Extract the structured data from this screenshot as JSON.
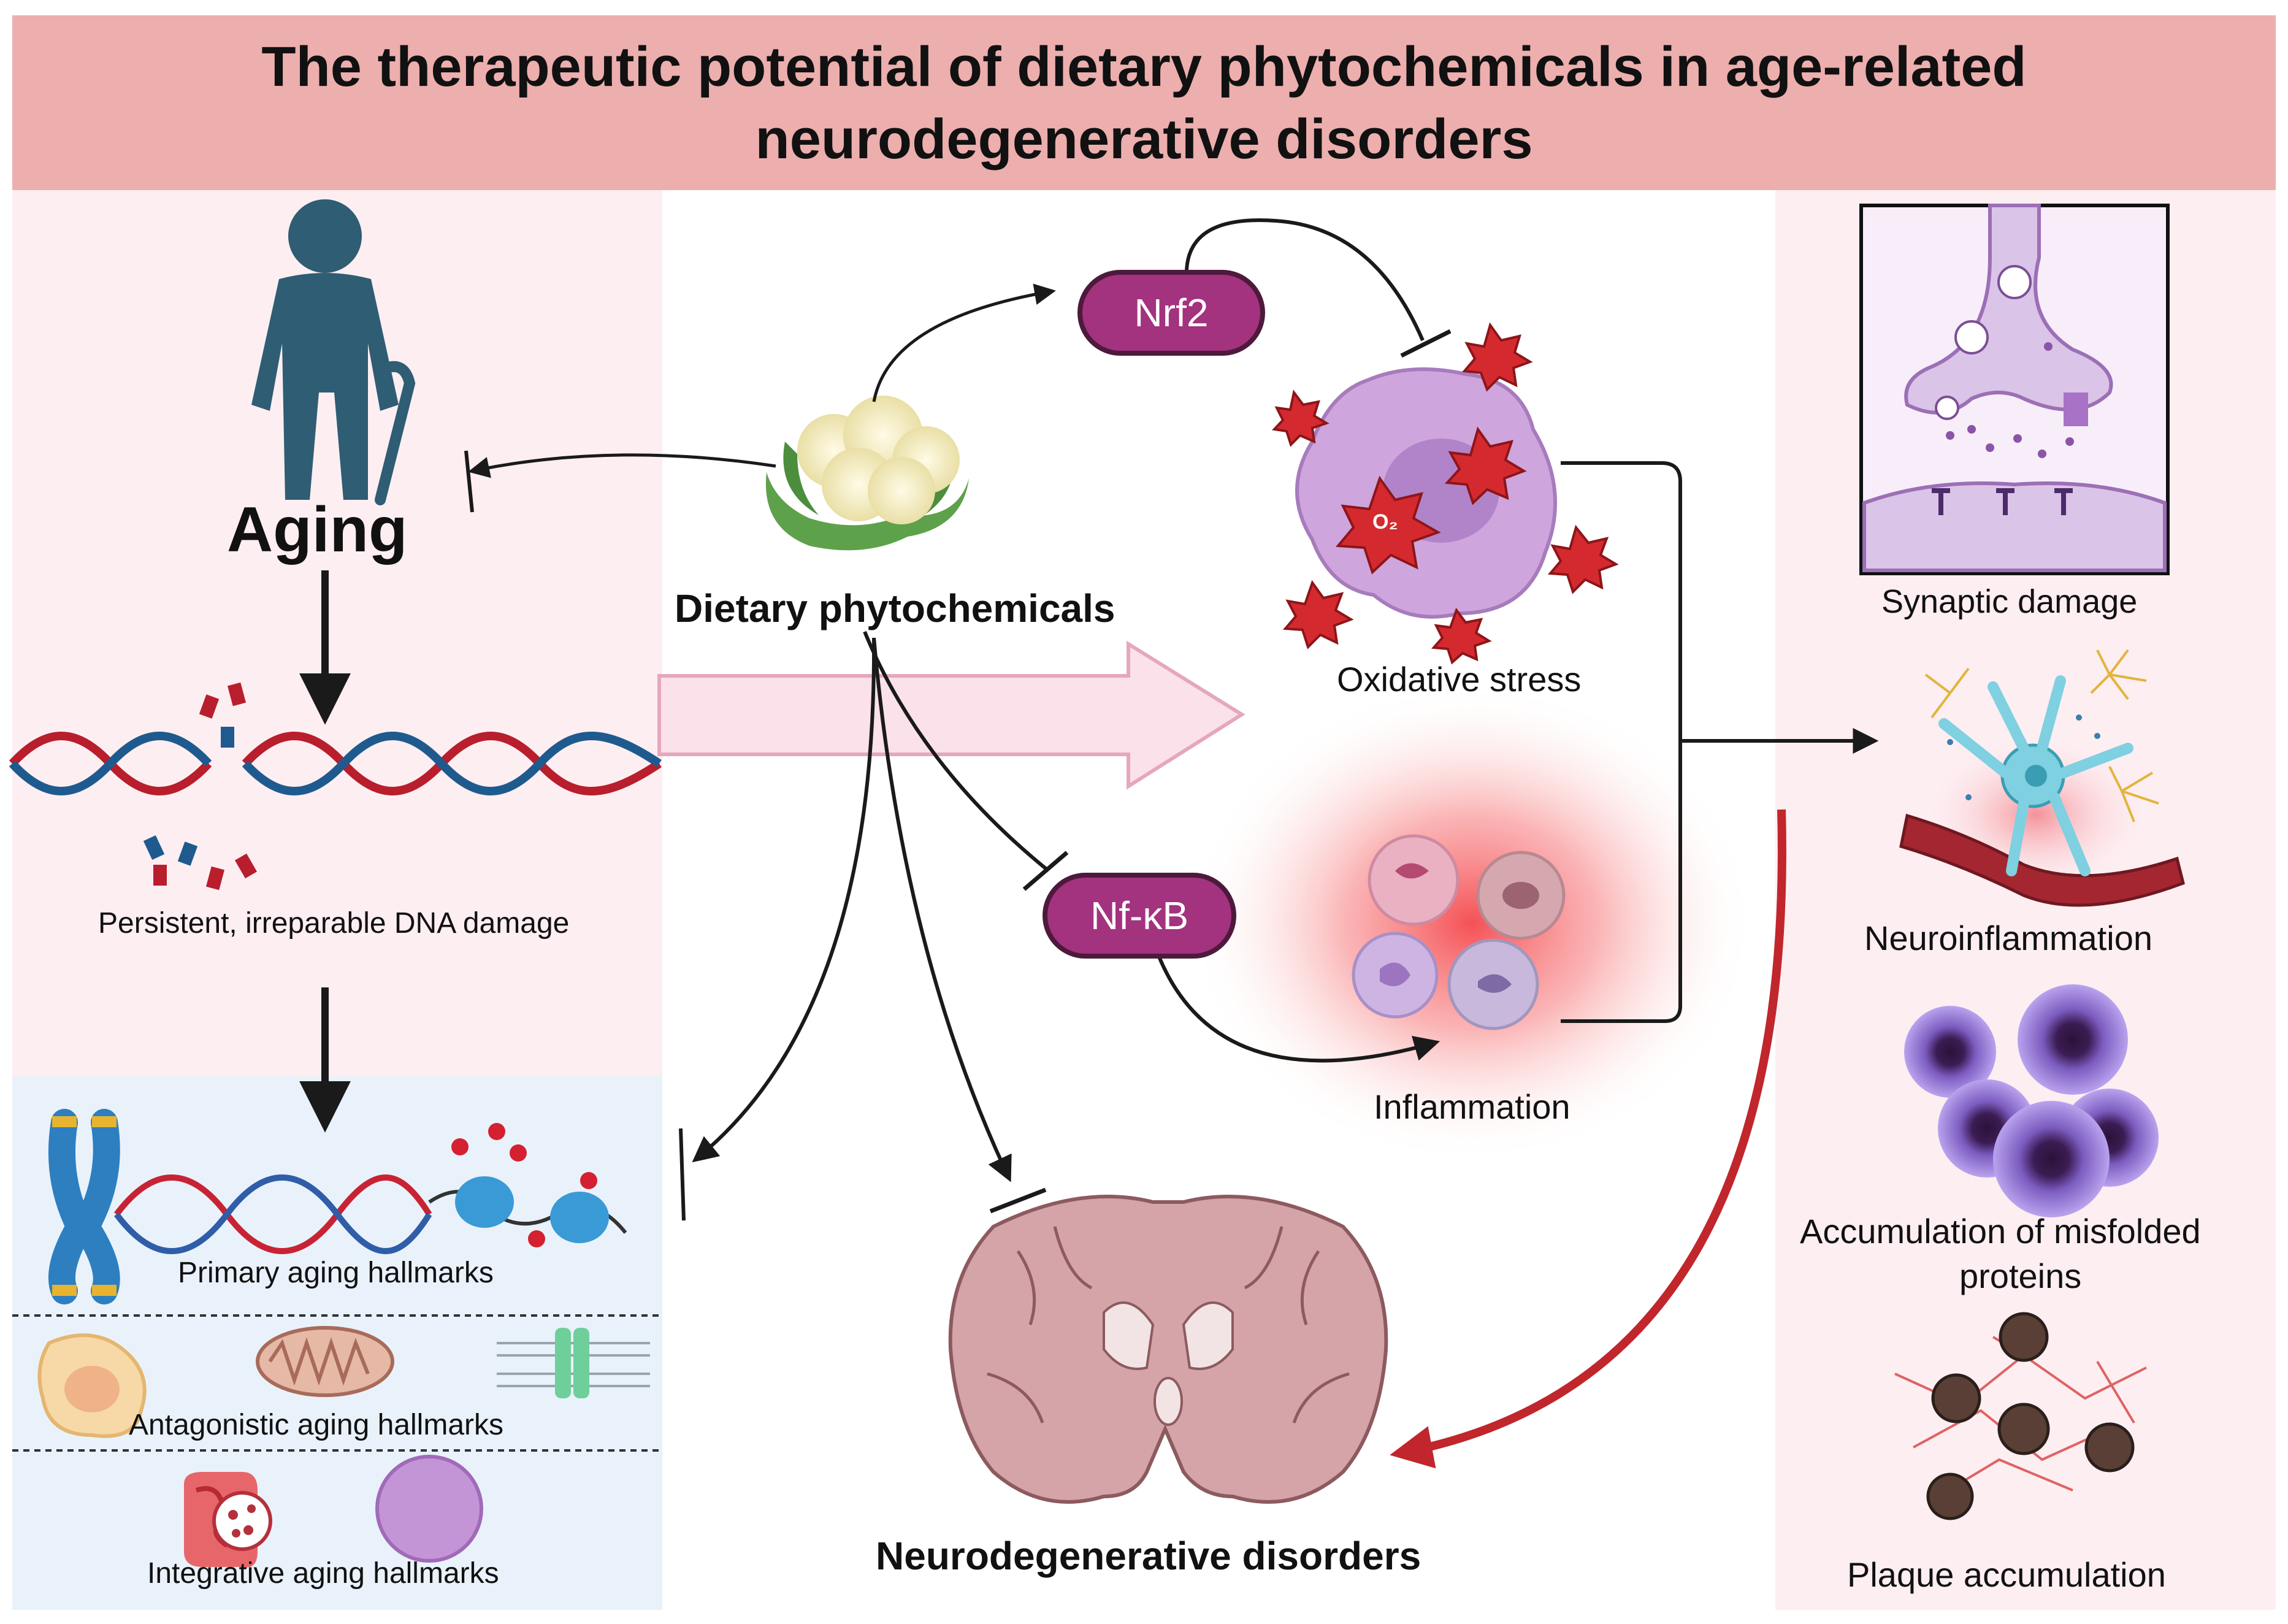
{
  "title": {
    "line1": "The therapeutic potential of dietary phytochemicals in age-related",
    "line2": "neurodegenerative disorders"
  },
  "left_panel": {
    "aging": "Aging",
    "dna_damage": "Persistent, irreparable DNA damage",
    "primary": "Primary aging hallmarks",
    "antagonistic": "Antagonistic aging hallmarks",
    "integrative": "Integrative aging hallmarks"
  },
  "center": {
    "phyto": "Dietary phytochemicals",
    "nrf2": "Nrf2",
    "nfkb": "Nf-κB",
    "oxidative": "Oxidative stress",
    "inflammation": "Inflammation",
    "neuro": "Neurodegenerative disorders",
    "o2_label": "O₂"
  },
  "right_panel": {
    "synaptic": "Synaptic damage",
    "neuroinflammation": "Neuroinflammation",
    "misfolded_line1": "Accumulation of misfolded",
    "misfolded_line2": "proteins",
    "plaque": "Plaque accumulation"
  },
  "colors": {
    "title_bg": "#edaeae",
    "side_bg": "#fdeef2",
    "hallmarks_bg": "#e9f2fa",
    "pill": "#a3327f",
    "dna_red": "#b81e2c",
    "dna_blue": "#1f5a8e",
    "red_arrow": "#c0262c"
  }
}
